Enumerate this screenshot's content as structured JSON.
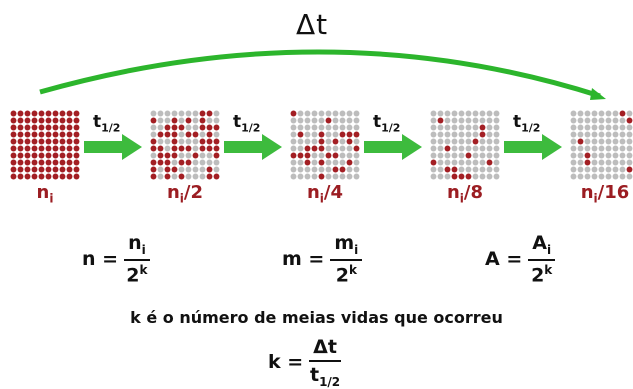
{
  "title": "Δt",
  "colors": {
    "arc": "#2cb52c",
    "arrow": "#3dbb3d",
    "remaining": "#a31f24",
    "decayed": "#bdbdbd",
    "label": "#9b1d22"
  },
  "half_life": {
    "base": "t",
    "sub": "1/2"
  },
  "stages": [
    {
      "label_base": "n",
      "label_sub": "i",
      "label_suffix": "",
      "remaining_fraction": 1
    },
    {
      "label_base": "n",
      "label_sub": "i",
      "label_suffix": "/2",
      "remaining_fraction": 0.5
    },
    {
      "label_base": "n",
      "label_sub": "i",
      "label_suffix": "/4",
      "remaining_fraction": 0.25
    },
    {
      "label_base": "n",
      "label_sub": "i",
      "label_suffix": "/8",
      "remaining_fraction": 0.125
    },
    {
      "label_base": "n",
      "label_sub": "i",
      "label_suffix": "/16",
      "remaining_fraction": 0.0625
    }
  ],
  "formulas": [
    {
      "lhs": "n =",
      "num_base": "n",
      "num_sub": "i",
      "den_base": "2",
      "den_sup": "k"
    },
    {
      "lhs": "m =",
      "num_base": "m",
      "num_sub": "i",
      "den_base": "2",
      "den_sup": "k"
    },
    {
      "lhs": "A =",
      "num_base": "A",
      "num_sub": "i",
      "den_base": "2",
      "den_sup": "k"
    }
  ],
  "caption": "k  é o número de meias vidas que ocorreu",
  "k_formula": {
    "lhs": "k =",
    "num": "Δt",
    "den_base": "t",
    "den_sub": "1/2"
  }
}
